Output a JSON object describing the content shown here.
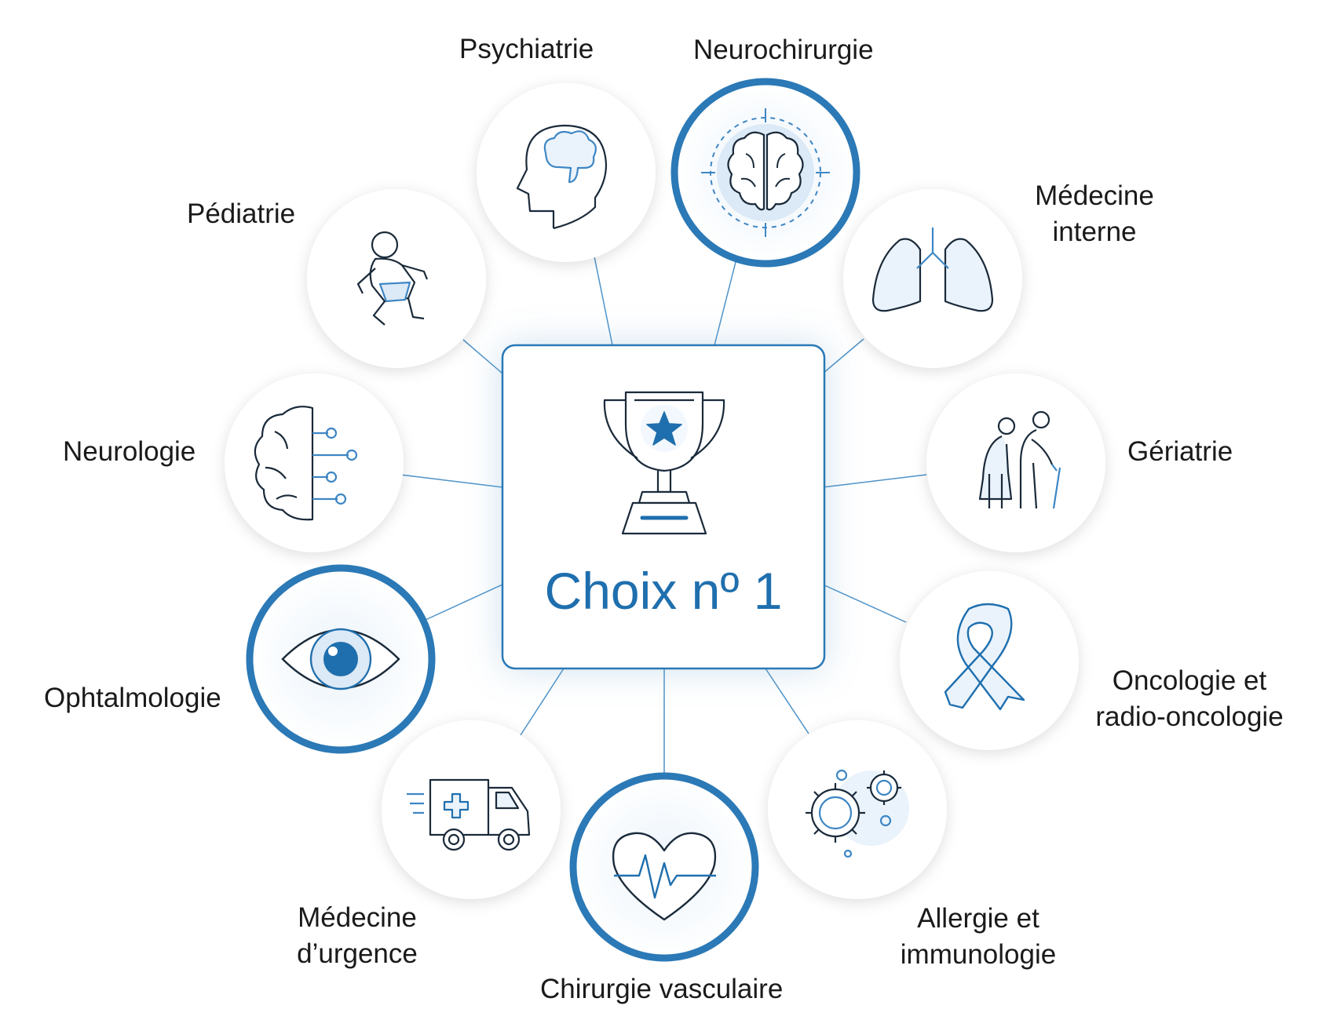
{
  "center": {
    "title": "Choix nº 1",
    "icon": "trophy-star-icon"
  },
  "colors": {
    "accent": "#1f6fae",
    "line": "#4f93c8",
    "fill_light": "#eaf3fb",
    "text": "#1a1a1a"
  },
  "specialties": [
    {
      "id": "psychiatrie",
      "label": "Psychiatrie",
      "icon": "head-brain-icon",
      "highlighted": false
    },
    {
      "id": "neurochirurgie",
      "label": "Neurochirurgie",
      "icon": "brain-target-icon",
      "highlighted": true
    },
    {
      "id": "medecine-interne",
      "label": "Médecine\ninterne",
      "icon": "lungs-icon",
      "highlighted": false
    },
    {
      "id": "geriatrie",
      "label": "Gériatrie",
      "icon": "elderly-couple-icon",
      "highlighted": false
    },
    {
      "id": "oncologie",
      "label": "Oncologie et\nradio-oncologie",
      "icon": "ribbon-icon",
      "highlighted": false
    },
    {
      "id": "allergie",
      "label": "Allergie et\nimmunologie",
      "icon": "virus-icon",
      "highlighted": false
    },
    {
      "id": "chirurgie-vasculaire",
      "label": "Chirurgie vasculaire",
      "icon": "heart-pulse-icon",
      "highlighted": true
    },
    {
      "id": "medecine-urgence",
      "label": "Médecine\nd’urgence",
      "icon": "ambulance-icon",
      "highlighted": false
    },
    {
      "id": "ophtalmologie",
      "label": "Ophtalmologie",
      "icon": "eye-icon",
      "highlighted": true
    },
    {
      "id": "neurologie",
      "label": "Neurologie",
      "icon": "brain-circuit-icon",
      "highlighted": false
    },
    {
      "id": "pediatrie",
      "label": "Pédiatrie",
      "icon": "baby-icon",
      "highlighted": false
    }
  ]
}
